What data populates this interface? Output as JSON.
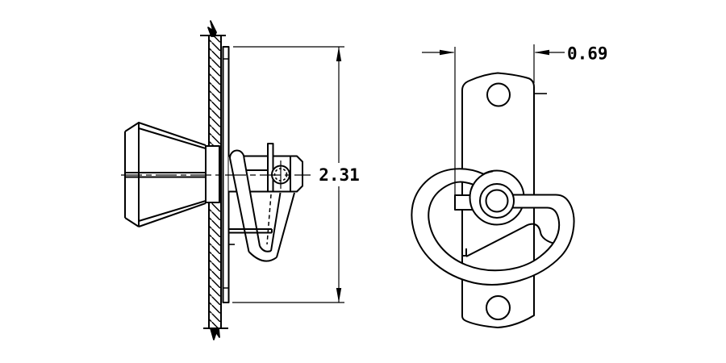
{
  "drawing": {
    "type": "engineering-drawing",
    "background_color": "#ffffff",
    "line_color": "#000000",
    "side_view": {
      "name": "side-view-section",
      "height_dimension": "2.31"
    },
    "front_view": {
      "name": "front-view",
      "width_dimension": "0.69"
    }
  }
}
